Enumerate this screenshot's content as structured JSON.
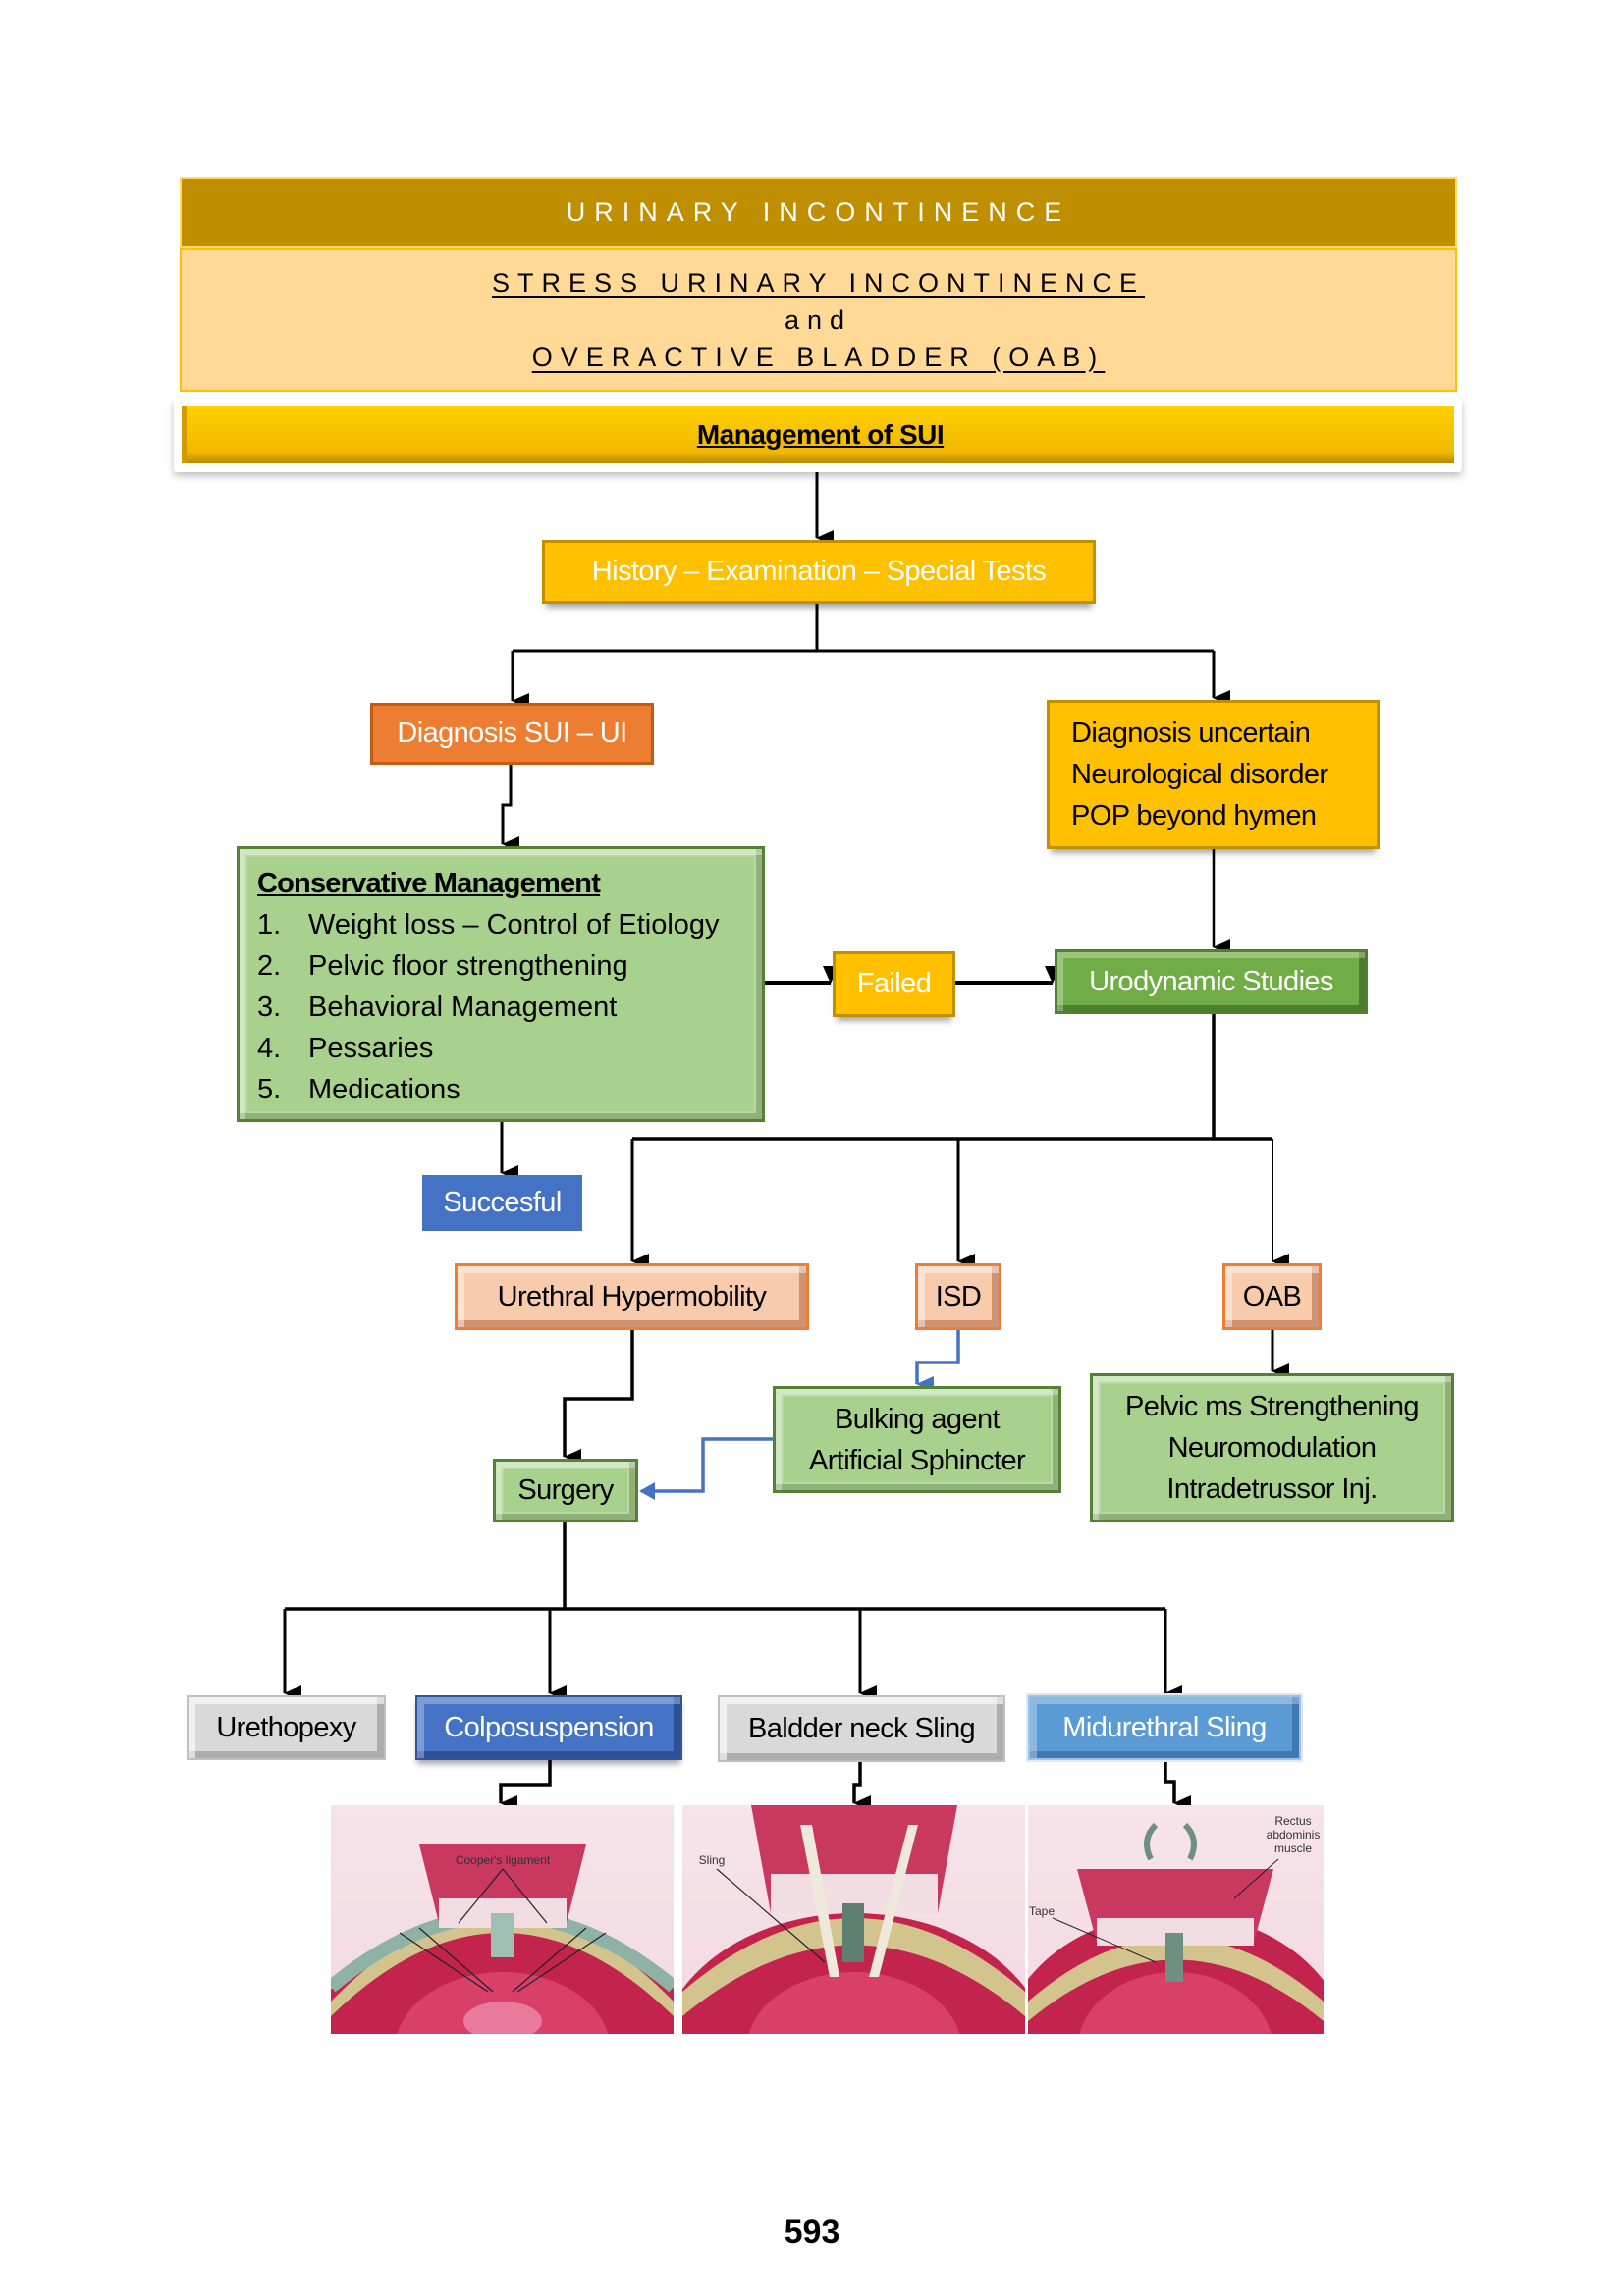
{
  "header": {
    "title": "URINARY INCONTINENCE",
    "subtitle_line1": "STRESS URINARY INCONTINENCE",
    "subtitle_line2": "and",
    "subtitle_line3": "OVERACTIVE BLADDER (OAB)",
    "section_title": "Management of SUI"
  },
  "flow": {
    "history": "History – Examination – Special Tests",
    "diagnosis_sui": "Diagnosis SUI – UI",
    "uncertain": [
      "Diagnosis uncertain",
      "Neurological disorder",
      "POP beyond hymen"
    ],
    "conservative": {
      "title": "Conservative Management",
      "items": [
        {
          "num": "1.",
          "text": "Weight loss – Control of Etiology"
        },
        {
          "num": "2.",
          "text": "Pelvic floor strengthening"
        },
        {
          "num": "3.",
          "text": "Behavioral Management"
        },
        {
          "num": "4.",
          "text": "Pessaries"
        },
        {
          "num": "5.",
          "text": "Medications"
        }
      ]
    },
    "failed": "Failed",
    "urodynamic": "Urodynamic Studies",
    "successful": "Succesful",
    "urethral_hypermobility": "Urethral Hypermobility",
    "isd": "ISD",
    "oab": "OAB",
    "bulking": [
      "Bulking agent",
      "Artificial Sphincter"
    ],
    "oab_treatment": [
      "Pelvic ms Strengthening",
      "Neuromodulation",
      "Intradetrussor Inj."
    ],
    "surgery": "Surgery",
    "surgical_options": [
      "Urethopexy",
      "Colposuspension",
      "Baldder neck Sling",
      "Midurethral Sling"
    ]
  },
  "illustrations": [
    {
      "name": "colposuspension-illustration",
      "labels": [
        "Cooper's ligament"
      ]
    },
    {
      "name": "bladder-neck-sling-illustration",
      "labels": [
        "Sling"
      ]
    },
    {
      "name": "midurethral-sling-illustration",
      "labels": [
        "Rectus",
        "abdominis",
        "muscle",
        "Tape"
      ]
    }
  ],
  "page_number": "593",
  "colors": {
    "header_dark": "#bf8f00",
    "header_light": "#ffd995",
    "yellow": "#ffc000",
    "orange": "#ed7d31",
    "green": "#a9d18e",
    "green_dark": "#70ad47",
    "salmon": "#f8cbad",
    "blue": "#4472c4",
    "light_blue": "#5b9bd5",
    "grey": "#d9d9d9",
    "connector_blue": "#4472c4"
  }
}
